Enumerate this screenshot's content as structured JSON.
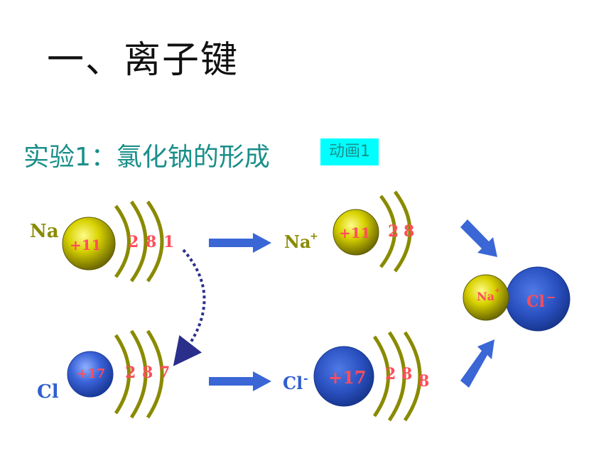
{
  "title": "一、离子键",
  "subtitle": "实验1：氯化钠的形成",
  "animation_button": "动画1",
  "na_atom": {
    "symbol": "Na",
    "nucleus": "+11",
    "shells": [
      "2",
      "8",
      "1"
    ]
  },
  "cl_atom": {
    "symbol": "Cl",
    "nucleus": "+17",
    "shells": [
      "2",
      "8",
      "7"
    ]
  },
  "na_ion": {
    "symbol": "Na",
    "charge": "+",
    "nucleus": "+11",
    "shells": [
      "2",
      "8"
    ]
  },
  "cl_ion": {
    "symbol": "Cl",
    "charge": "-",
    "nucleus": "+17",
    "shells": [
      "2",
      "8",
      "8"
    ]
  },
  "compound": {
    "na_label": "Na",
    "na_charge": "+",
    "cl_label": "Cl",
    "cl_charge": "−"
  },
  "colors": {
    "na": "#b5b000",
    "cl": "#2f5fd0",
    "shell": "#8a8a00",
    "arrow": "#3a66d6",
    "numbers": "#ff4d5a"
  }
}
